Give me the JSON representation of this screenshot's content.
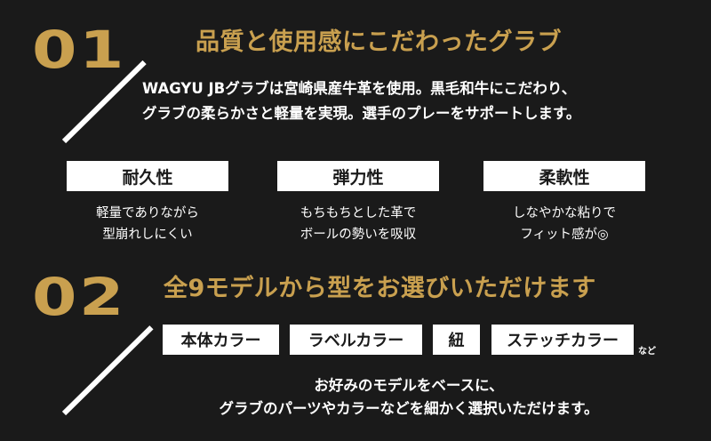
{
  "colors": {
    "background": "#1a1a1a",
    "accent_gold": "#C9A04F",
    "text_white": "#ffffff",
    "label_text": "#1a1a1a"
  },
  "section1": {
    "number": "01",
    "title": "品質と使用感にこだわったグラブ",
    "lead_lines": [
      "WAGYU JBグラブは宮崎県産牛革を使用。黒毛和牛にこだわり、",
      "グラブの柔らかさと軽量を実現。選手のプレーをサポートします。"
    ],
    "features": [
      {
        "label": "耐久性",
        "desc_lines": [
          "軽量でありながら",
          "型崩れしにくい"
        ]
      },
      {
        "label": "弾力性",
        "desc_lines": [
          "もちもちとした革で",
          "ボールの勢いを吸収"
        ]
      },
      {
        "label": "柔軟性",
        "desc_lines": [
          "しなやかな粘りで",
          "フィット感が◎"
        ]
      }
    ]
  },
  "section2": {
    "number": "02",
    "title": "全9モデルから型をお選びいただけます",
    "options": [
      "本体カラー",
      "ラベルカラー",
      "紐",
      "ステッチカラー"
    ],
    "options_suffix": "など",
    "closing_lines": [
      "お好みのモデルをベースに、",
      "グラブのパーツやカラーなどを細かく選択いただけます。"
    ]
  }
}
